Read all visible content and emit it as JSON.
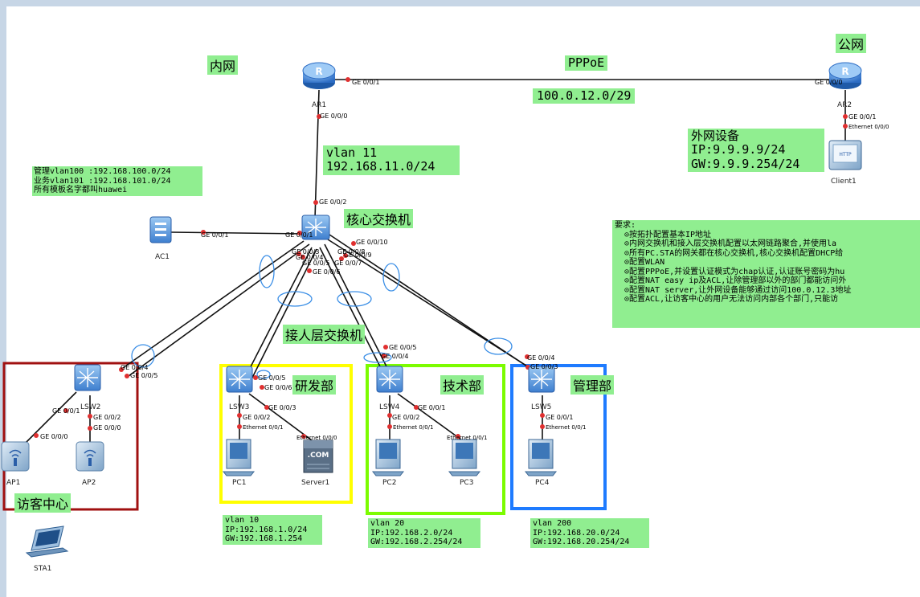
{
  "titles": {
    "inner": "内网",
    "public": "公网",
    "pppoe": "PPPoE",
    "pppoe_net": "100.0.12.0/29",
    "core": "核心交换机",
    "access": "接人层交换机",
    "visitor": "访客中心",
    "rnd": "研发部",
    "tech": "技术部",
    "mgmt": "管理部"
  },
  "vlan11": {
    "line1": "vlan 11",
    "line2": "192.168.11.0/24"
  },
  "mgmt_info": {
    "line1": "管理vlan100 :192.168.100.0/24",
    "line2": "业务vlan101 :192.168.101.0/24",
    "line3": "所有模板名字都叫huawei"
  },
  "external": {
    "line1": "外网设备",
    "line2": "IP:9.9.9.9/24",
    "line3": "GW:9.9.9.254/24"
  },
  "requirements": {
    "title": "要求:",
    "items": [
      "⊙按拓扑配置基本IP地址",
      "⊙内网交换机和接入层交换机配置以太网链路聚合,并使用la",
      "⊙所有PC.STA的网关都在核心交换机,核心交换机配置DHCP给",
      "⊙配置WLAN",
      "⊙配置PPPoE,并设置认证模式为chap认证,认证账号密码为hu",
      "⊙配置NAT easy ip及ACL,让除管理部以外的部门都能访问外",
      "⊙配置NAT server,让外网设备能够通过访问100.0.12.3地址",
      "⊙配置ACL,让访客中心的用户无法访问内部各个部门,只能访"
    ]
  },
  "vlan10": {
    "line1": "vlan 10",
    "line2": "IP:192.168.1.0/24",
    "line3": "GW:192.168.1.254"
  },
  "vlan20": {
    "line1": "vlan 20",
    "line2": "IP:192.168.2.0/24",
    "line3": "GW:192.168.2.254/24"
  },
  "vlan200": {
    "line1": "vlan 200",
    "line2": "IP:192.168.20.0/24",
    "line3": "GW:192.168.20.254/24"
  },
  "devices": {
    "ar1": "AR1",
    "ar2": "AR2",
    "ac1": "AC1",
    "client1": "Client1",
    "lsw2": "LSW2",
    "lsw3": "LSW3",
    "lsw4": "LSW4",
    "lsw5": "LSW5",
    "ap1": "AP1",
    "ap2": "AP2",
    "sta1": "STA1",
    "pc1": "PC1",
    "pc2": "PC2",
    "pc3": "PC3",
    "pc4": "PC4",
    "server1": "Server1",
    "server_icon_text": ".COM",
    "http_icon_text": "HTTP"
  },
  "ports": {
    "ar1_ge001": "GE 0/0/1",
    "ar2_ge000": "GE 0/0/0",
    "ar1_ge000": "GE 0/0/0",
    "core_ge002": "GE 0/0/2",
    "ar2_ge001": "GE 0/0/1",
    "client_eth": "Ethernet 0/0/0",
    "ac_ge001": "GE 0/0/1",
    "core_ge001": "GE 0/0/1",
    "core_ge003": "GE 0/0/3",
    "core_ge004": "GE 0/0/4",
    "core_ge005": "GE 0/0/5",
    "core_ge006": "GE 0/0/6",
    "core_ge007": "GE 0/0/7",
    "core_ge008": "GE 0/0/8",
    "core_ge009": "GE 0/0/9",
    "core_ge0010": "GE 0/0/10",
    "lsw2_ge004": "GE 0/0/4",
    "lsw2_ge005": "GE 0/0/5",
    "lsw2_ge001": "GE 0/0/1",
    "lsw2_ge002": "GE 0/0/2",
    "ap2_ge000": "GE 0/0/0",
    "ap1_ge000": "GE 0/0/0",
    "lsw3_ge005": "GE 0/0/5",
    "lsw3_ge006": "GE 0/0/6",
    "lsw3_ge002": "GE 0/0/2",
    "lsw3_ge003": "GE 0/0/3",
    "pc1_eth": "Ethernet 0/0/1",
    "server_eth": "Ethernet 0/0/0",
    "lsw4_ge005": "GE 0/0/5",
    "lsw4_ge004": "GE 0/0/4",
    "lsw4_ge002": "GE 0/0/2",
    "lsw4_ge001": "GE 0/0/1",
    "pc2_eth": "Ethernet 0/0/1",
    "pc3_eth": "Ethernet 0/0/1",
    "lsw5_ge004": "GE 0/0/4",
    "lsw5_ge003": "GE 0/0/3",
    "lsw5_ge001": "GE 0/0/1",
    "pc4_eth": "Ethernet 0/0/1"
  },
  "colors": {
    "label_bg": "#90ee90",
    "visitor_border": "#a01010",
    "rnd_border": "#ffff00",
    "tech_border": "#7cfc00",
    "mgmt_border": "#1e7bff",
    "router": "#3a7bd5",
    "switch": "#4a8fd8",
    "link_dot": "#e03030",
    "lag_ring": "#3a8ee6"
  }
}
